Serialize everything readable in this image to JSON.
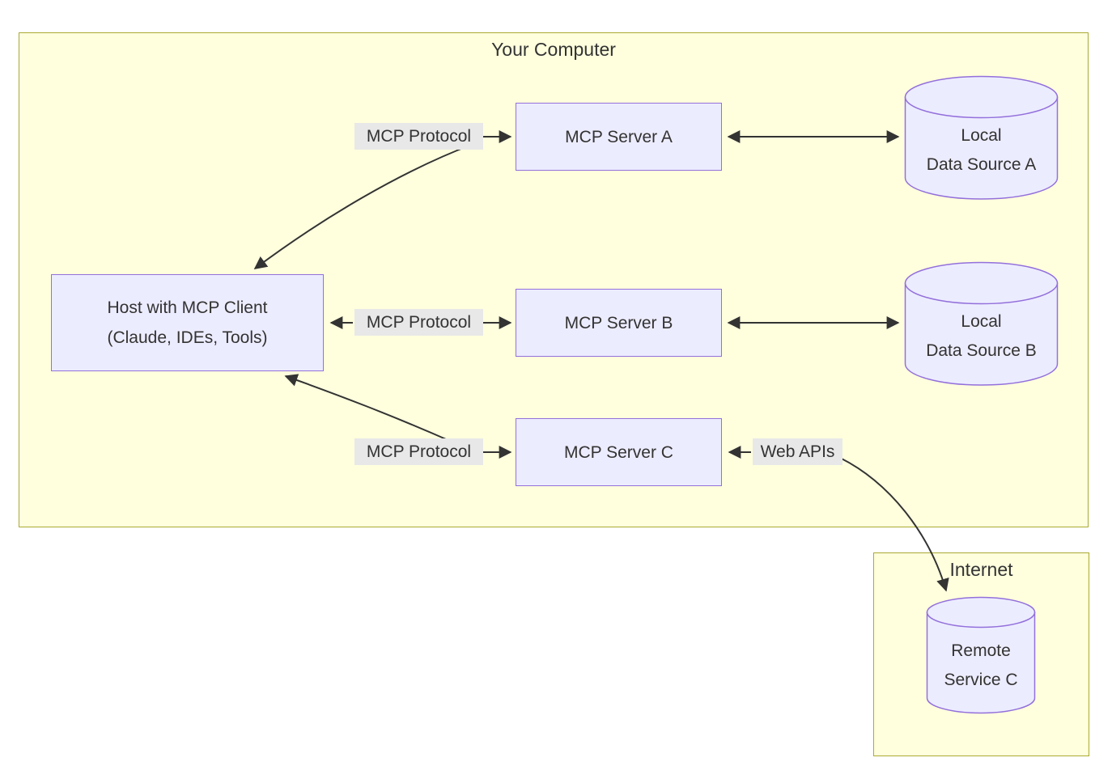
{
  "diagram": {
    "clusters": {
      "your_computer": {
        "title": "Your Computer"
      },
      "internet": {
        "title": "Internet"
      }
    },
    "nodes": {
      "host": {
        "line1": "Host with MCP Client",
        "line2": "(Claude, IDEs, Tools)"
      },
      "server_a": {
        "label": "MCP Server A"
      },
      "server_b": {
        "label": "MCP Server B"
      },
      "server_c": {
        "label": "MCP Server C"
      },
      "data_source_a": {
        "line1": "Local",
        "line2": "Data Source A"
      },
      "data_source_b": {
        "line1": "Local",
        "line2": "Data Source B"
      },
      "remote_service_c": {
        "line1": "Remote",
        "line2": "Service C"
      }
    },
    "edge_labels": {
      "host_server_a": "MCP Protocol",
      "host_server_b": "MCP Protocol",
      "host_server_c": "MCP Protocol",
      "server_c_remote": "Web APIs"
    },
    "colors": {
      "node_fill": "#ECECFF",
      "node_border": "#9370DB",
      "cluster_fill": "#FFFFDE",
      "cluster_border": "#AAAA33",
      "edge_label_bg": "#E8E8E8",
      "edge_stroke": "#333333",
      "text": "#333333"
    }
  }
}
